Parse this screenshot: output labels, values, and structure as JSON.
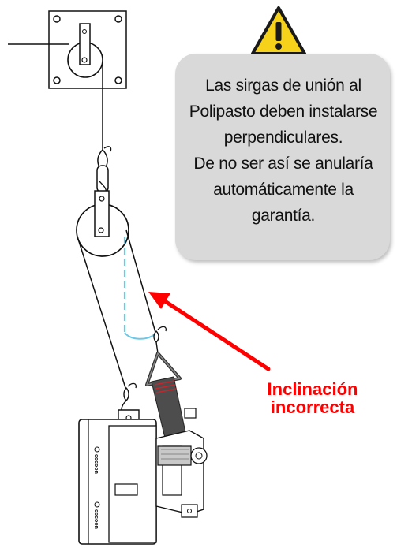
{
  "warning": {
    "icon": "warning-triangle-icon",
    "lines": [
      "Las sirgas de unión al",
      "Polipasto deben instalarse",
      "perpendiculares.",
      "De no ser así se anularía",
      "automáticamente la",
      "garantía."
    ]
  },
  "error_label": {
    "lines": [
      "Inclinación",
      "incorrecta"
    ],
    "color": "#ff0000"
  },
  "winch": {
    "brand_mark": "cocoon",
    "brand_mark_lower": "cocoon"
  },
  "colors": {
    "callout_bg": "#d9d9d9",
    "warning_yellow": "#f7d21a",
    "arrow": "#ff0000",
    "correct_line": "#6cc8e6"
  }
}
